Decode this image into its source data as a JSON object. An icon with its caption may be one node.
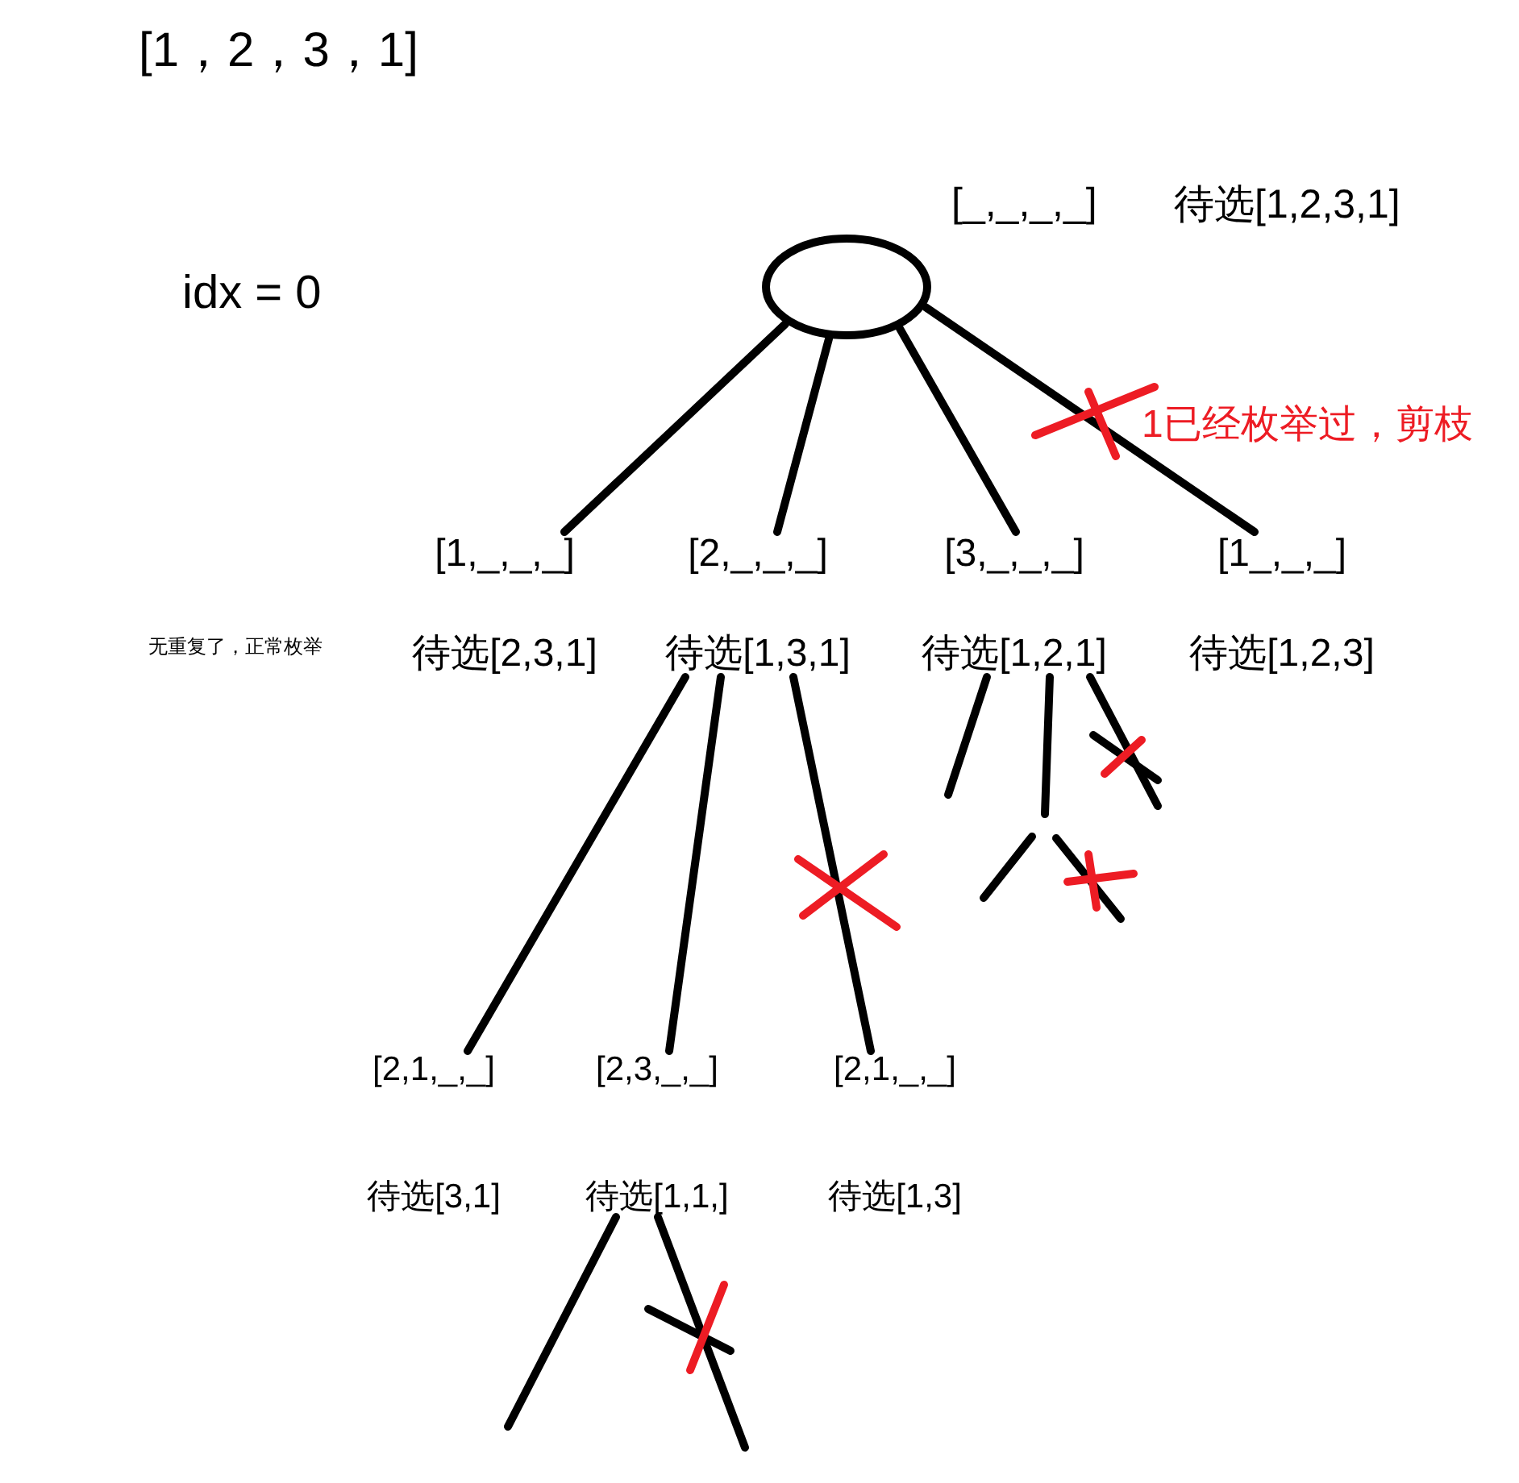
{
  "diagram": {
    "nodes": [
      {
        "text": [],
        "shape": "circle",
        "beside": [
          "[_,_,_,_]",
          "待选[1,2,3,1]"
        ]
      },
      {
        "text": [
          "[1,_,_,_]",
          "待选[2,3,1]"
        ]
      },
      {
        "text": [
          "[2,_,_,_]",
          "待选[1,3,1]"
        ]
      },
      {
        "text": [
          "[3,_,_,_]",
          "待选[1,2,1]"
        ]
      },
      {
        "text": [
          "[1_,_,_]",
          "待选[1,2,3]"
        ]
      },
      {
        "text": [
          "[2,1,_,_]",
          "待选[3,1]"
        ]
      },
      {
        "text": [
          "[2,3,_,_]",
          "待选[1,1,]"
        ]
      },
      {
        "text": [
          "[2,1,_,_]",
          "待选[1,3]"
        ]
      }
    ],
    "edges": [
      {
        "from": 0,
        "to": 1,
        "arrow": "none"
      },
      {
        "from": 0,
        "to": 2,
        "arrow": "none"
      },
      {
        "from": 0,
        "to": 3,
        "arrow": "none"
      },
      {
        "from": 0,
        "to": 4,
        "arrow": "none"
      },
      {
        "from": 2,
        "to": 5,
        "arrow": "none"
      },
      {
        "from": 2,
        "to": 6,
        "arrow": "none"
      },
      {
        "from": 2,
        "to": 7,
        "arrow": "none"
      },
      {
        "from": 3,
        "to": null,
        "arrow": "none"
      },
      {
        "from": 3,
        "to": null,
        "arrow": "none"
      },
      {
        "from": 3,
        "to": null,
        "arrow": "none"
      },
      {
        "from": 6,
        "to": null,
        "arrow": "none"
      },
      {
        "from": 6,
        "to": null,
        "arrow": "none"
      }
    ],
    "labels": [
      "[1，2，3，1]",
      "idx = 0",
      "1已经枚举过，剪枝",
      "无重复了，正常枚举"
    ]
  }
}
